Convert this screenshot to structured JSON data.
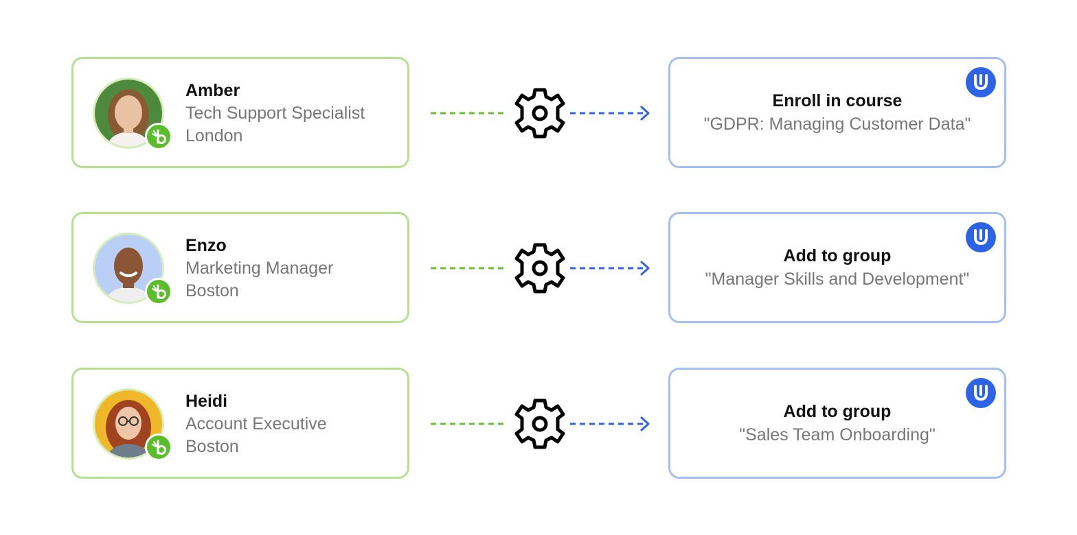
{
  "colors": {
    "person_border": "#b6e18c",
    "action_border": "#a6bff3",
    "dash_green": "#66c02f",
    "dash_blue": "#2f62e6",
    "badge_green": "#5abd2a",
    "app_blue": "#2d63e5"
  },
  "icons": {
    "connector": "gear-icon",
    "arrow": "arrow-right-icon",
    "badge": "bamboohr-badge-icon",
    "app": "app-logo-icon"
  },
  "rows": [
    {
      "person": {
        "name": "Amber",
        "role": "Tech Support Specialist",
        "location": "London"
      },
      "action": {
        "title": "Enroll in course",
        "target": "\"GDPR: Managing Customer Data\""
      }
    },
    {
      "person": {
        "name": "Enzo",
        "role": "Marketing Manager",
        "location": "Boston"
      },
      "action": {
        "title": "Add to group",
        "target": "\"Manager Skills and Development\""
      }
    },
    {
      "person": {
        "name": "Heidi",
        "role": "Account Executive",
        "location": "Boston"
      },
      "action": {
        "title": "Add to group",
        "target": "\"Sales Team Onboarding\""
      }
    }
  ]
}
